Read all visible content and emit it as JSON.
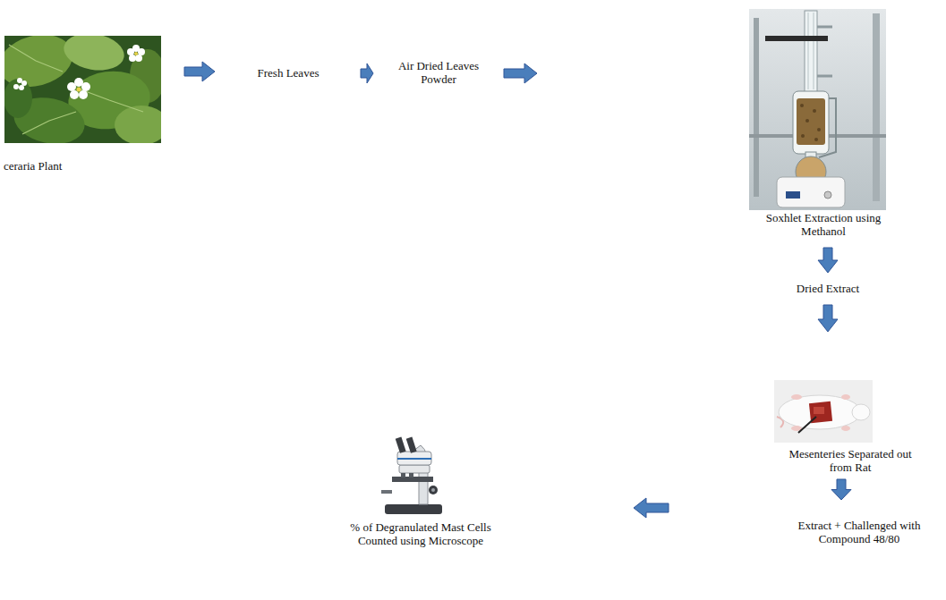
{
  "diagram": {
    "nodes": [
      {
        "text": [
          "ceraria Plant"
        ]
      },
      {
        "text": [
          "Fresh Leaves"
        ]
      },
      {
        "text": [
          "Air Dried Leaves Powder"
        ]
      },
      {
        "text": [
          "Soxhlet Extraction using Methanol"
        ]
      },
      {
        "text": [
          "Dried Extract"
        ]
      },
      {
        "text": [
          "Mesenteries Separated out from Rat"
        ]
      },
      {
        "text": [
          "Extract + Challenged with Compound 48/80"
        ]
      },
      {
        "text": [
          "% of Degranulated Mast Cells Counted using Microscope"
        ]
      }
    ],
    "edges": [
      {
        "from": 0,
        "to": 1,
        "arrow": "to"
      },
      {
        "from": 1,
        "to": 2,
        "arrow": "to"
      },
      {
        "from": 2,
        "to": 3,
        "arrow": "to"
      },
      {
        "from": 3,
        "to": 4,
        "arrow": "to"
      },
      {
        "from": 4,
        "to": 5,
        "arrow": "to"
      },
      {
        "from": 5,
        "to": 6,
        "arrow": "to"
      },
      {
        "from": 6,
        "to": 7,
        "arrow": "to"
      }
    ]
  }
}
